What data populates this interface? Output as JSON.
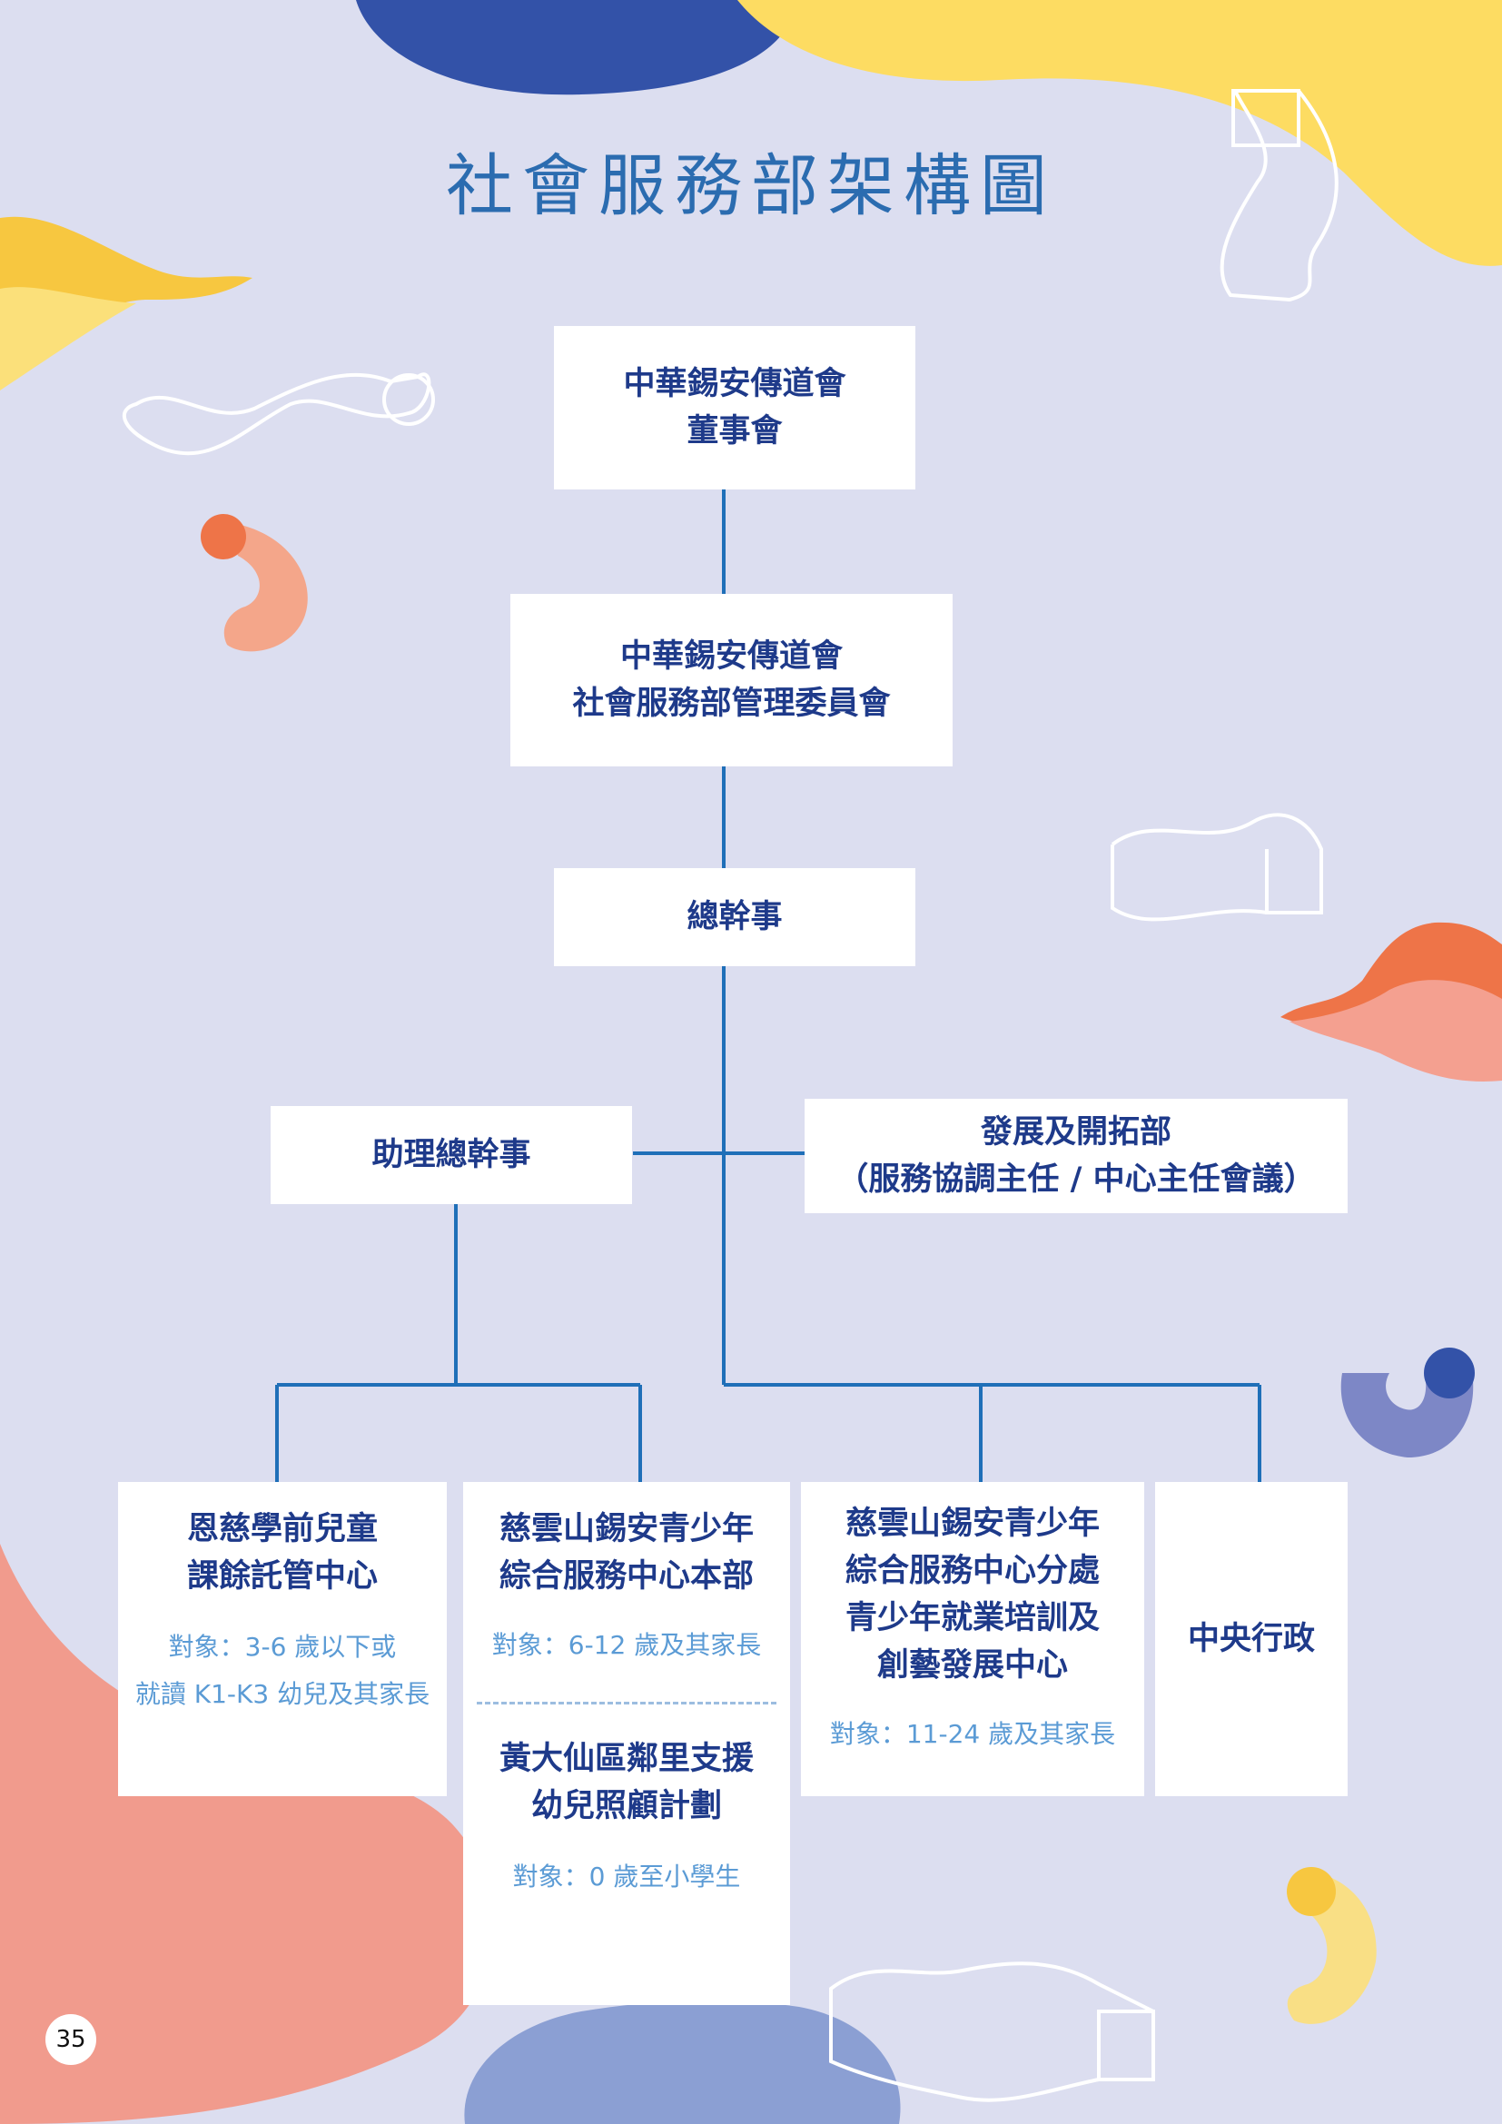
{
  "title": "社會服務部架構圖",
  "page_number": "35",
  "colors": {
    "background": "#dcdef0",
    "connector": "#1f6fb8",
    "title": "#2b6cb0",
    "box_text": "#1e3a8a",
    "target_text": "#5b9bd5"
  },
  "nodes": {
    "board": "中華錫安傳道會\n董事會",
    "committee": "中華錫安傳道會\n社會服務部管理委員會",
    "general_secretary": "總幹事",
    "assistant_general_secretary": "助理總幹事",
    "development": "發展及開拓部\n（服務協調主任 / 中心主任會議）",
    "preschool": {
      "name": "恩慈學前兒童\n課餘託管中心",
      "target": "對象：3-6 歲以下或\n就讀 K1-K3 幼兒及其家長"
    },
    "youth_hq": {
      "name": "慈雲山錫安青少年\n綜合服務中心本部",
      "target": "對象：6-12 歲及其家長",
      "sub_name": "黃大仙區鄰里支援\n幼兒照顧計劃",
      "sub_target": "對象：0 歲至小學生"
    },
    "youth_branch": {
      "name": "慈雲山錫安青少年\n綜合服務中心分處\n青少年就業培訓及\n創藝發展中心",
      "target": "對象：11-24 歲及其家長"
    },
    "central_admin": "中央行政"
  }
}
